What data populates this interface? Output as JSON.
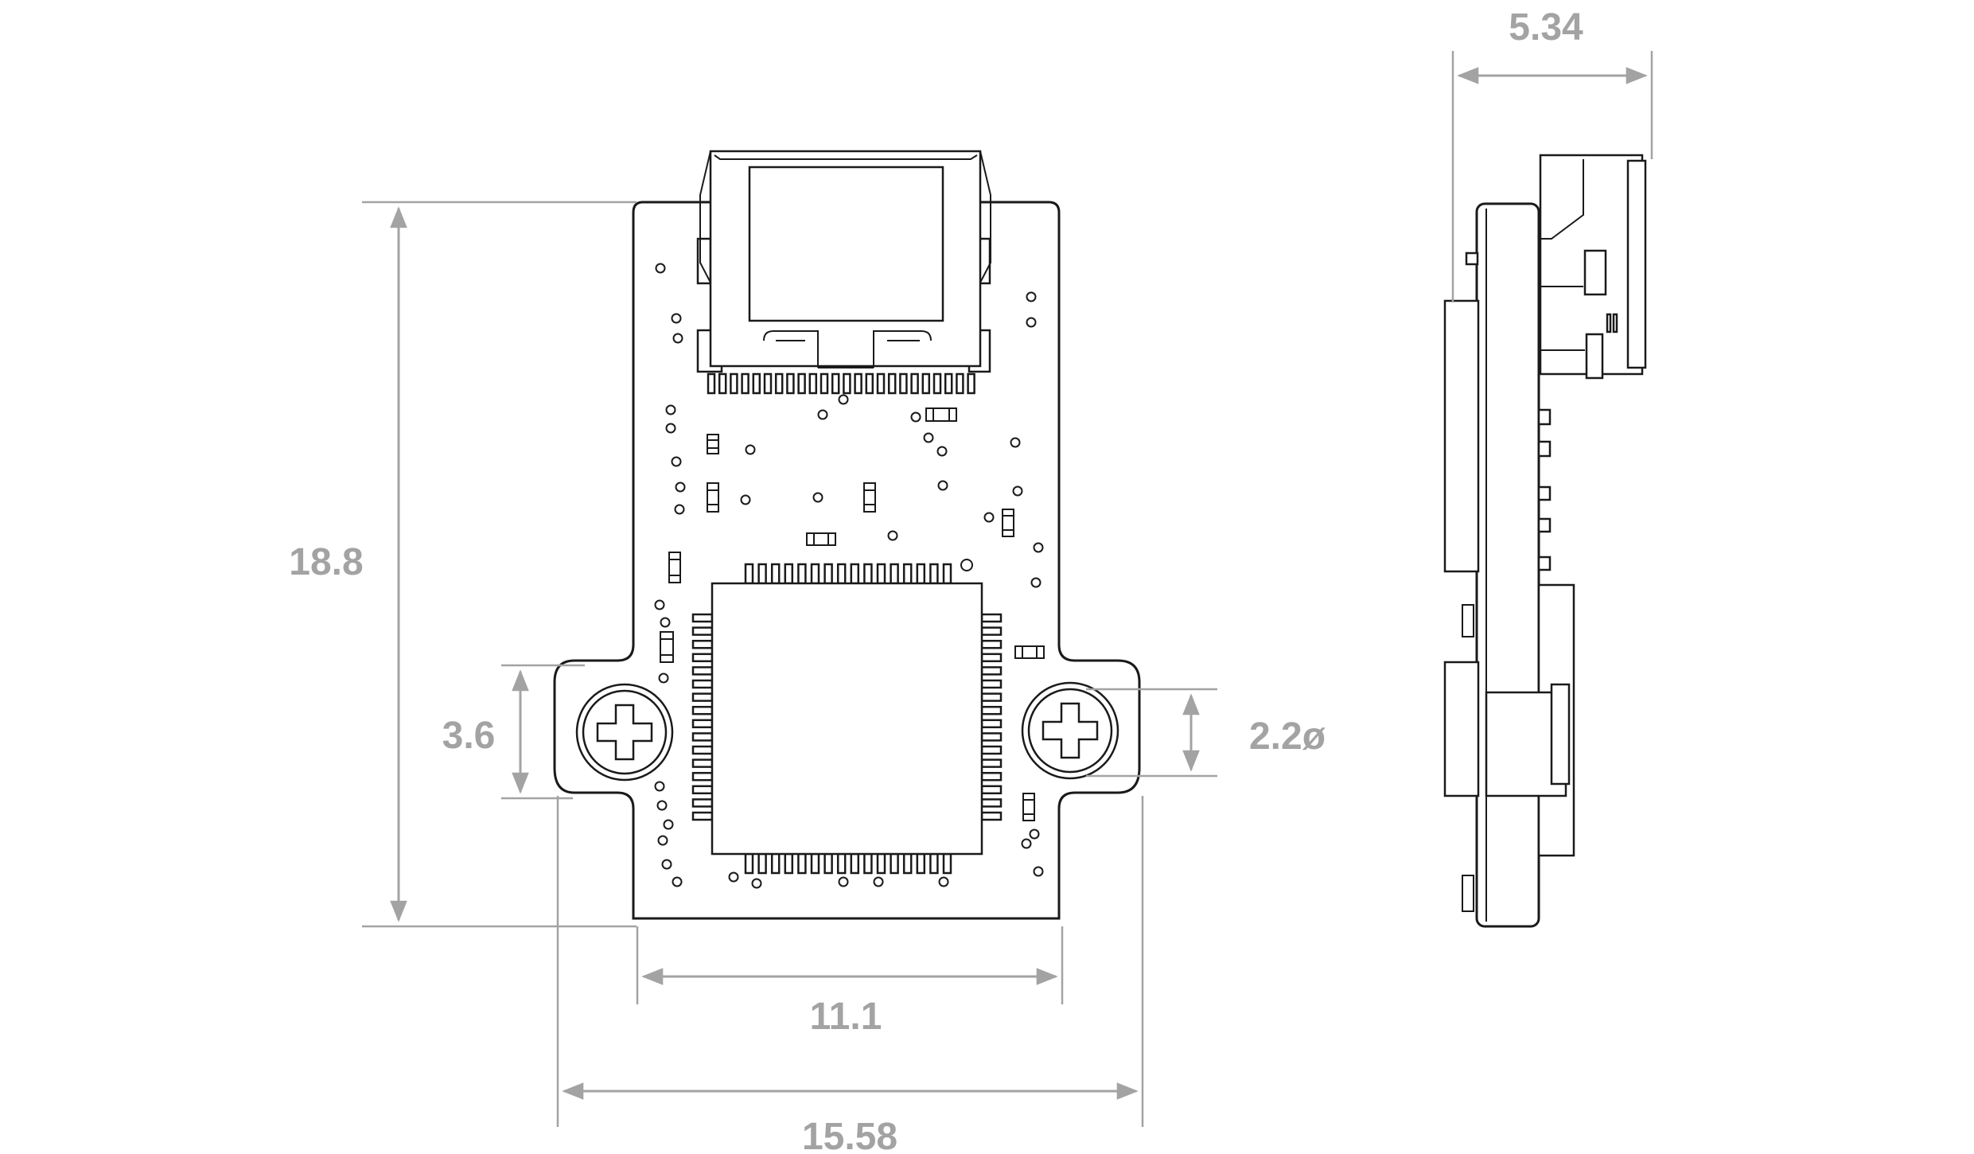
{
  "dimensions": {
    "height": "18.8",
    "hole_spacing": "3.6",
    "hole_diameter": "2.2ø",
    "inner_width": "11.1",
    "outer_width": "15.58",
    "thickness": "5.34"
  },
  "colors": {
    "dimension": "#a3a3a3",
    "outline": "#1a1a1a",
    "background": "#ffffff"
  }
}
